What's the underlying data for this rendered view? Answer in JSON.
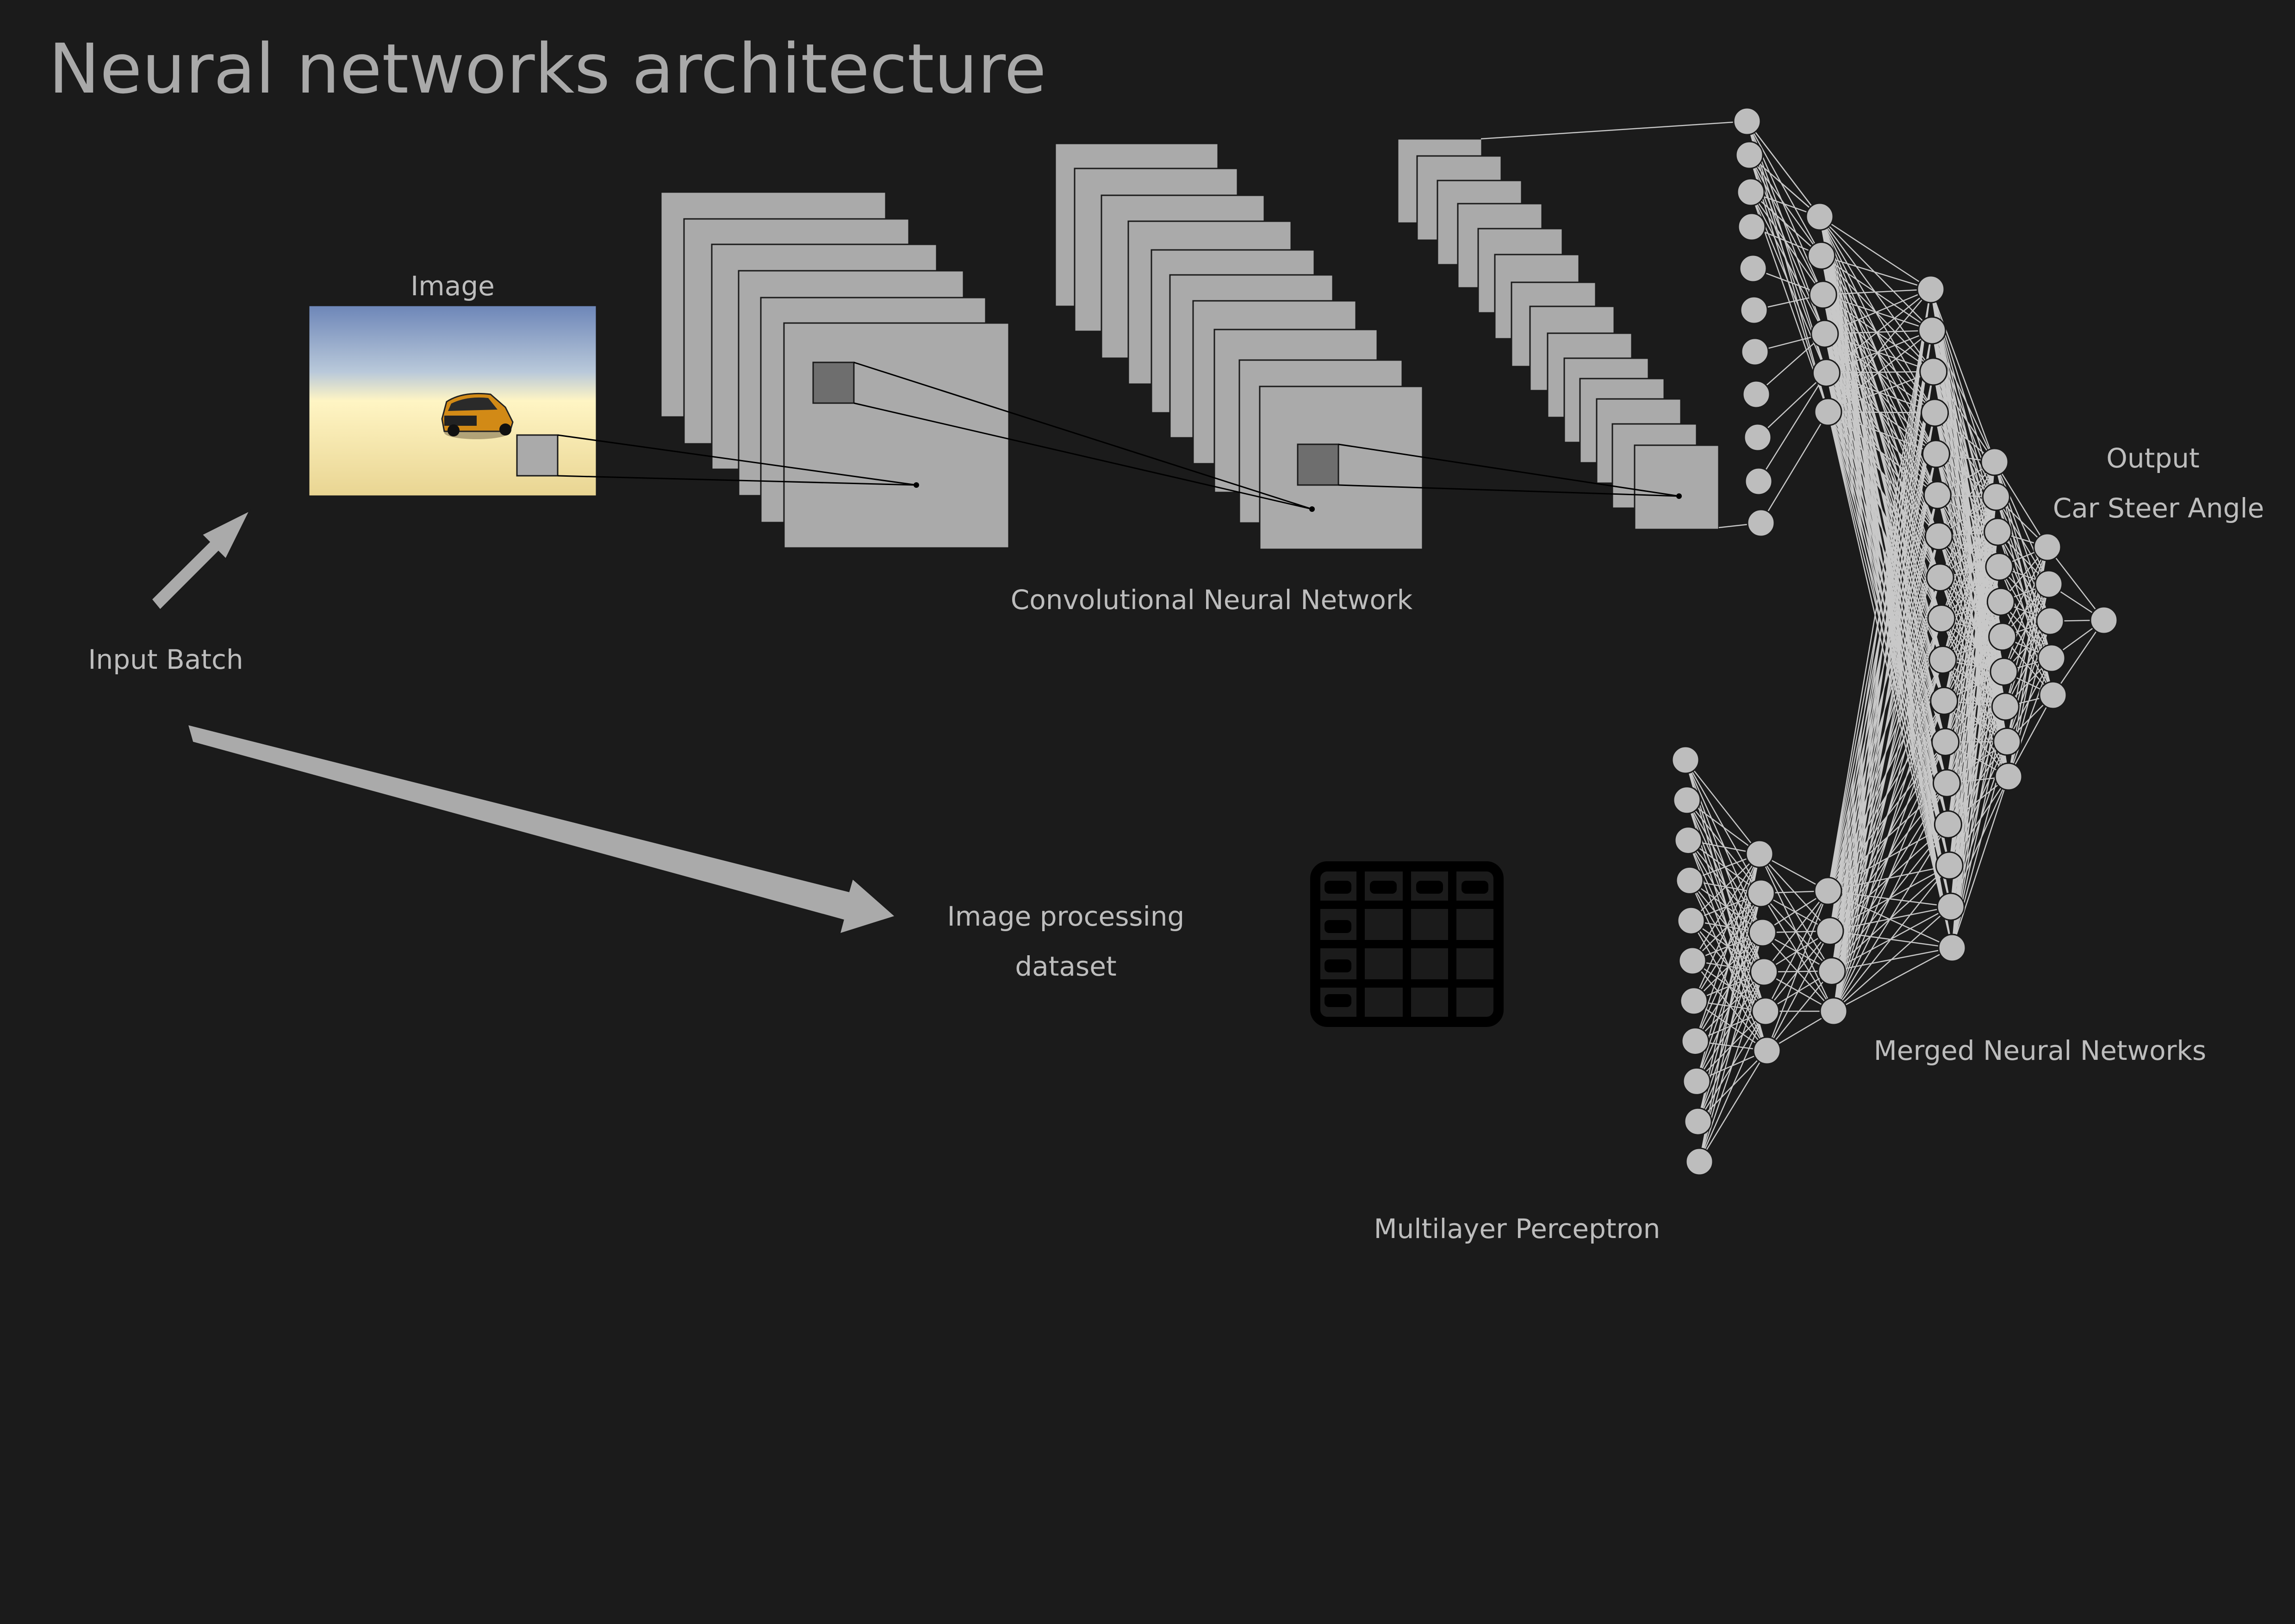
{
  "title": "Neural networks architecture",
  "labels": {
    "image": "Image",
    "input_batch": "Input Batch",
    "cnn": "Convolutional Neural Network",
    "image_processing_line1": "Image processing",
    "image_processing_line2": "dataset",
    "mlp": "Multilayer Perceptron",
    "merged": "Merged Neural Networks",
    "output": "Output",
    "output_sub": "Car Steer Angle"
  },
  "icons": {
    "arrow_up": "arrow-up-right-icon",
    "arrow_down": "arrow-down-right-icon",
    "table": "table-icon",
    "car": "car-icon"
  },
  "colors": {
    "background": "#1b1b1b",
    "shape": "#aaaaaa",
    "node": "#bdbdbd",
    "text": "#bdbdbd"
  }
}
